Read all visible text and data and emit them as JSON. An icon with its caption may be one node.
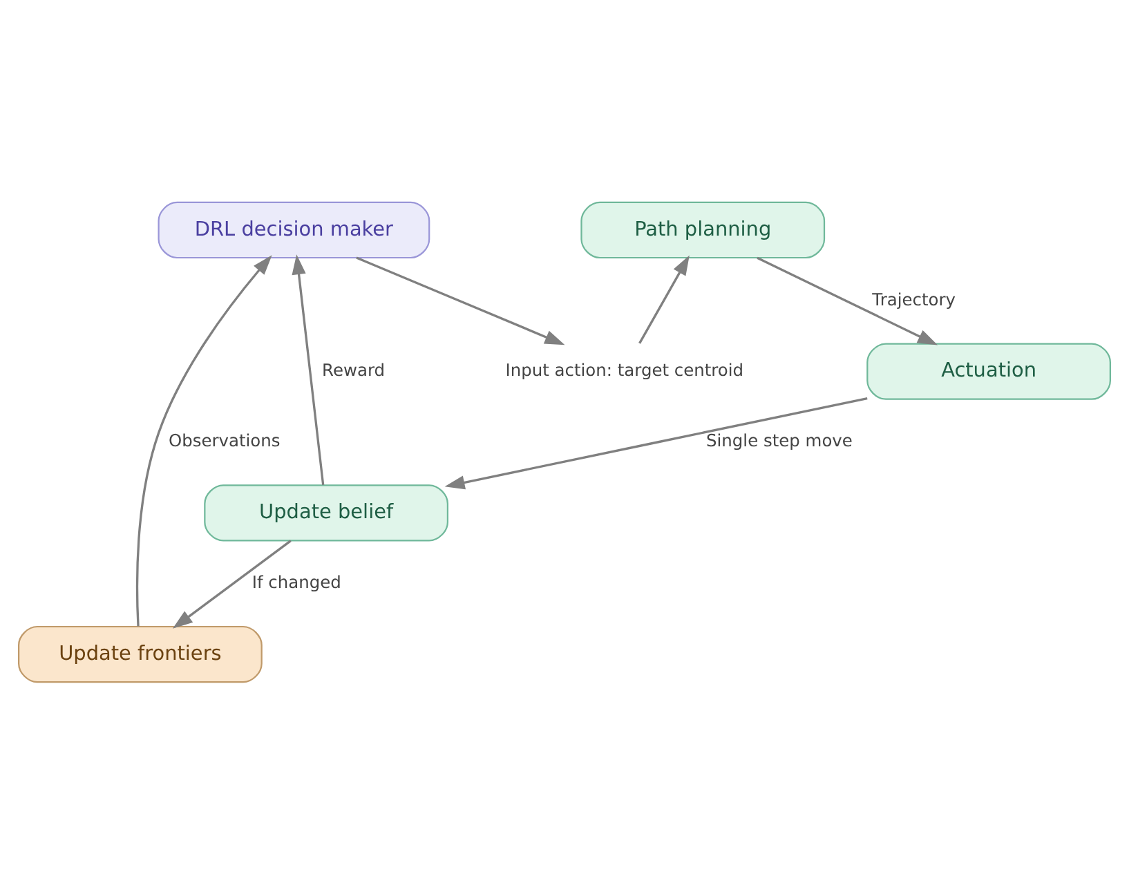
{
  "diagram": {
    "nodes": [
      {
        "text": [
          "DRL decision maker"
        ]
      },
      {
        "text": [
          "Input action: target centroid"
        ]
      },
      {
        "text": [
          "Path planning"
        ]
      },
      {
        "text": [
          "Actuation"
        ]
      },
      {
        "text": [
          "Update belief"
        ]
      },
      {
        "text": [
          "Update frontiers"
        ]
      }
    ],
    "edges": [
      {
        "from": 0,
        "to": 1,
        "arrow": "to"
      },
      {
        "from": 1,
        "to": 2,
        "arrow": "to"
      },
      {
        "from": 2,
        "to": 3,
        "arrow": "to",
        "label": "Trajectory"
      },
      {
        "from": 3,
        "to": 4,
        "arrow": "to",
        "label": "Single step move"
      },
      {
        "from": 4,
        "to": 5,
        "arrow": "to",
        "label": "If changed"
      },
      {
        "from": 5,
        "to": 0,
        "arrow": "to",
        "label": "Observations"
      },
      {
        "from": 4,
        "to": 0,
        "arrow": "to",
        "label": "Reward"
      }
    ]
  }
}
